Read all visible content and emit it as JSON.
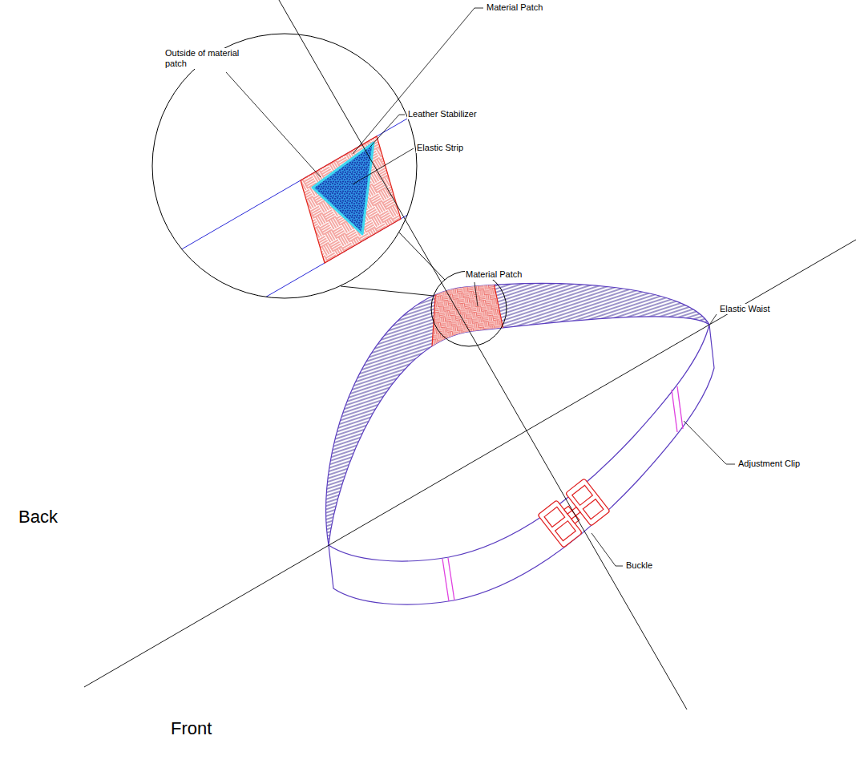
{
  "diagram": {
    "labels": [
      "Material Patch",
      "Outside of material patch",
      "Leather Stabilizer",
      "Elastic Strip",
      "Material Patch",
      "Elastic Waist",
      "Back",
      "Adjustment Clip",
      "Buckle",
      "Front"
    ]
  }
}
